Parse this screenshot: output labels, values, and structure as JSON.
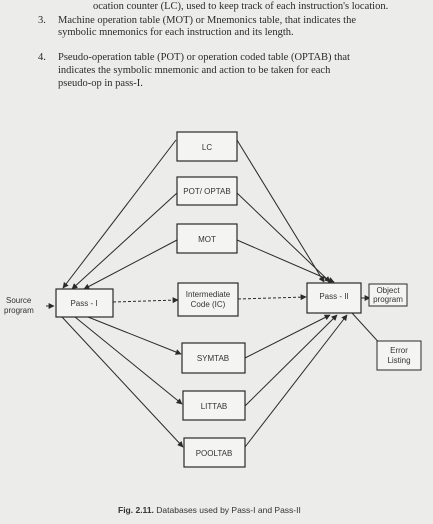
{
  "text": {
    "item_top_partial": "ocation counter (LC), used to keep track of each instruction's location.",
    "item3_num": "3.",
    "item3_line1": "Machine operation table (MOT) or Mnemonics table, that indicates the",
    "item3_line2": "symbolic mnemonics for each instruction and its length.",
    "item4_num": "4.",
    "item4_line1": "Pseudo-operation table (POT) or operation coded table (OPTAB) that",
    "item4_line2": "indicates   the  symbolic  mnemonic  and  action  to  be  taken  for  each",
    "item4_line3": "pseudo-op in pass-I."
  },
  "diagram": {
    "source_line1": "Source",
    "source_line2": "program",
    "pass1": "Pass - I",
    "pass2": "Pass - II",
    "lc": "LC",
    "pot": "POT/ OPTAB",
    "mot": "MOT",
    "ic_line1": "Intermediate",
    "ic_line2": "Code (IC)",
    "symtab": "SYMTAB",
    "littab": "LITTAB",
    "pooltab": "POOLTAB",
    "object_line1": "Object",
    "object_line2": "program",
    "error_line1": "Error",
    "error_line2": "Listing"
  },
  "caption": {
    "fig": "Fig. 2.11.",
    "text": "Databases used by Pass-I and Pass-II"
  },
  "colors": {
    "background": "#ececea",
    "ink": "#2a2a2a"
  }
}
